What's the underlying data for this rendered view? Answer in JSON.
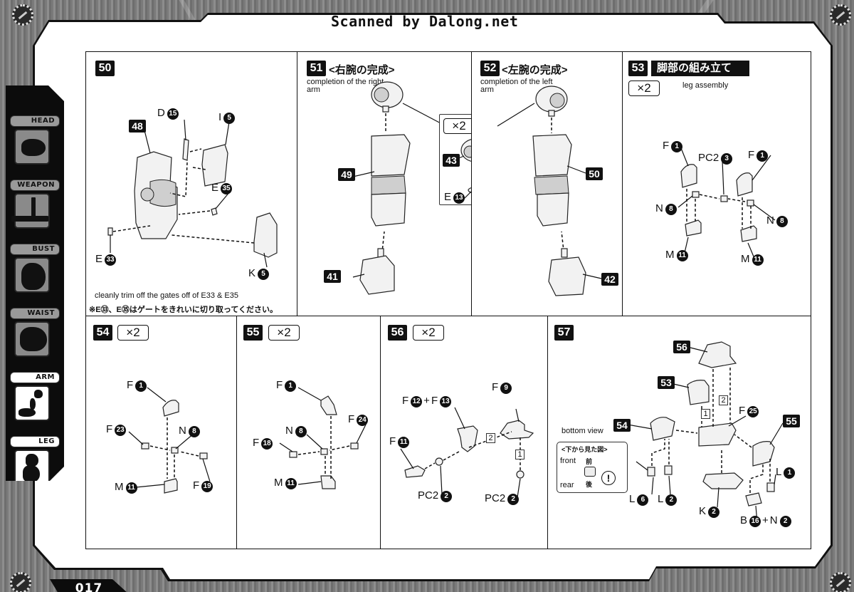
{
  "header": {
    "watermark": "Scanned by Dalong.net"
  },
  "sidebar": {
    "items": [
      {
        "label": "HEAD",
        "active": false
      },
      {
        "label": "WEAPON",
        "active": false
      },
      {
        "label": "BUST",
        "active": false
      },
      {
        "label": "WAIST",
        "active": false
      },
      {
        "label": "ARM",
        "active": true
      },
      {
        "label": "LEG",
        "active": true
      }
    ]
  },
  "page_number": "017",
  "steps": {
    "s50": {
      "number": "50",
      "ref": "48",
      "labels": {
        "d15": {
          "letter": "D",
          "num": "15"
        },
        "i5": {
          "letter": "I",
          "num": "5"
        },
        "e35": {
          "letter": "E",
          "num": "35"
        },
        "e33": {
          "letter": "E",
          "num": "33"
        },
        "k5": {
          "letter": "K",
          "num": "5"
        }
      },
      "note_en": "cleanly trim off the gates off of E33 & E35",
      "note_jp": "※E㉝、E㉟はゲートをきれいに切り取ってください。"
    },
    "s51": {
      "number": "51",
      "title_jp": "<右腕の完成>",
      "subtitle_en": "completion of the right arm",
      "refs": {
        "r49": "49",
        "r41": "41"
      }
    },
    "inset_shoulder": {
      "multiplier": "×2",
      "ref": "43",
      "label": {
        "letter": "E",
        "num": "13"
      }
    },
    "s52": {
      "number": "52",
      "title_jp": "<左腕の完成>",
      "subtitle_en": "completion of the left arm",
      "refs": {
        "r50": "50",
        "r42": "42"
      }
    },
    "s53": {
      "number": "53",
      "title_jp": "脚部の組み立て",
      "multiplier": "×2",
      "subtitle_en": "leg assembly",
      "labels": {
        "f1a": {
          "letter": "F",
          "num": "1"
        },
        "pc2_3": {
          "letter": "PC2",
          "num": "3"
        },
        "f1b": {
          "letter": "F",
          "num": "1"
        },
        "n8a": {
          "letter": "N",
          "num": "8"
        },
        "n8b": {
          "letter": "N",
          "num": "8"
        },
        "m11a": {
          "letter": "M",
          "num": "11"
        },
        "m11b": {
          "letter": "M",
          "num": "11"
        }
      }
    },
    "s54": {
      "number": "54",
      "multiplier": "×2",
      "labels": {
        "f1": {
          "letter": "F",
          "num": "1"
        },
        "f23": {
          "letter": "F",
          "num": "23"
        },
        "n8": {
          "letter": "N",
          "num": "8"
        },
        "m11": {
          "letter": "M",
          "num": "11"
        },
        "f19": {
          "letter": "F",
          "num": "19"
        }
      }
    },
    "s55": {
      "number": "55",
      "multiplier": "×2",
      "labels": {
        "f1": {
          "letter": "F",
          "num": "1"
        },
        "n8": {
          "letter": "N",
          "num": "8"
        },
        "f24": {
          "letter": "F",
          "num": "24"
        },
        "f18": {
          "letter": "F",
          "num": "18"
        },
        "m11": {
          "letter": "M",
          "num": "11"
        }
      }
    },
    "s56": {
      "number": "56",
      "multiplier": "×2",
      "labels": {
        "f9": {
          "letter": "F",
          "num": "9"
        },
        "f12": {
          "letter": "F",
          "num": "12"
        },
        "f13": {
          "letter": "F",
          "num": "13"
        },
        "f11": {
          "letter": "F",
          "num": "11"
        },
        "pc2a": {
          "letter": "PC2",
          "num": "2"
        },
        "pc2b": {
          "letter": "PC2",
          "num": "2"
        }
      },
      "seq": [
        "1",
        "2"
      ]
    },
    "s57": {
      "number": "57",
      "refs": {
        "r56": "56",
        "r53": "53",
        "r54": "54",
        "r55": "55"
      },
      "seq": [
        "1",
        "2"
      ],
      "labels": {
        "f25": {
          "letter": "F",
          "num": "25"
        },
        "l1": {
          "letter": "L",
          "num": "1"
        },
        "l6": {
          "letter": "L",
          "num": "6"
        },
        "l2": {
          "letter": "L",
          "num": "2"
        },
        "k2": {
          "letter": "K",
          "num": "2"
        },
        "b16": {
          "letter": "B",
          "num": "16"
        },
        "n2": {
          "letter": "N",
          "num": "2"
        }
      },
      "bottom_view": {
        "label_en": "bottom view",
        "title_jp": "<下から見た図>",
        "front_en": "front",
        "front_jp": "前",
        "rear_en": "rear",
        "rear_jp": "後",
        "warning": "!"
      }
    }
  }
}
